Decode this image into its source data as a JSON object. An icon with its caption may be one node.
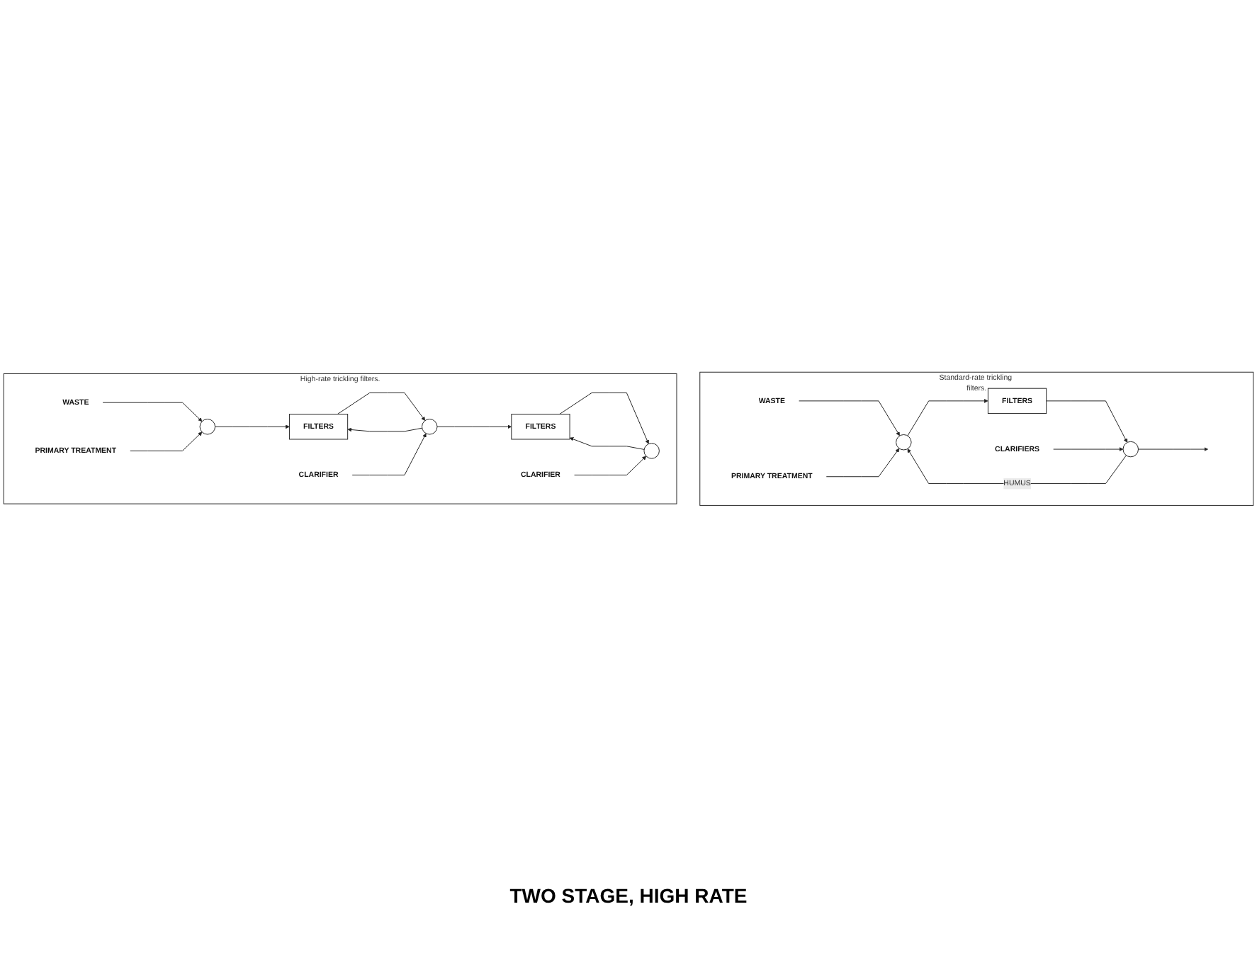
{
  "diagram": {
    "nodes": [
      {
        "text": [
          "Standard-rate trickling filters."
        ]
      },
      {
        "text": [
          "WASTE"
        ],
        "in": 0
      },
      {
        "text": [
          "PRIMARY TREATMENT"
        ],
        "in": 0
      },
      {
        "text": [],
        "shape": "circle",
        "in": 0
      },
      {
        "text": [
          "FILTERS"
        ],
        "in": 0
      },
      {
        "text": [
          "CLARIFIERS"
        ],
        "in": 0
      },
      {
        "text": [],
        "shape": "circle",
        "in": 0
      },
      {
        "text": [
          "High-rate trickling filters."
        ]
      },
      {
        "text": [
          "WASTE"
        ],
        "in": 7
      },
      {
        "text": [
          "PRIMARY TREATMENT"
        ],
        "in": 7
      },
      {
        "text": [],
        "shape": "circle",
        "in": 7
      },
      {
        "text": [
          "FILTERS"
        ],
        "in": 7
      },
      {
        "text": [
          "CLARIFIER"
        ],
        "in": 7
      },
      {
        "text": [],
        "shape": "circle",
        "in": 7
      },
      {
        "text": [
          "FILTERS"
        ],
        "in": 7
      },
      {
        "text": [
          "CLARIFIER"
        ],
        "in": 7
      },
      {
        "text": [],
        "shape": "circle",
        "in": 7
      }
    ],
    "edges": [
      {
        "from": 1,
        "to": 3,
        "arrow": "to"
      },
      {
        "from": 2,
        "to": 3,
        "arrow": "to"
      },
      {
        "from": 3,
        "to": 4,
        "arrow": "to"
      },
      {
        "from": 4,
        "to": 6,
        "arrow": "to"
      },
      {
        "from": 5,
        "to": 6,
        "arrow": "to"
      },
      {
        "from": 6,
        "to": null,
        "arrow": "to"
      },
      {
        "from": 6,
        "to": 3,
        "arrow": "to",
        "label": "HUMUS"
      },
      {
        "from": 8,
        "to": 10,
        "arrow": "to"
      },
      {
        "from": 9,
        "to": 10,
        "arrow": "to"
      },
      {
        "from": 10,
        "to": 11,
        "arrow": "to"
      },
      {
        "from": 11,
        "to": 13,
        "arrow": "to"
      },
      {
        "from": 12,
        "to": 13,
        "arrow": "to"
      },
      {
        "from": 13,
        "to": 11,
        "arrow": "to"
      },
      {
        "from": 13,
        "to": 14,
        "arrow": "to"
      },
      {
        "from": 14,
        "to": 16,
        "arrow": "to"
      },
      {
        "from": 15,
        "to": 16,
        "arrow": "to"
      },
      {
        "from": 16,
        "to": 14,
        "arrow": "to"
      }
    ],
    "labels": [
      "TWO STAGE, HIGH RATE"
    ]
  }
}
